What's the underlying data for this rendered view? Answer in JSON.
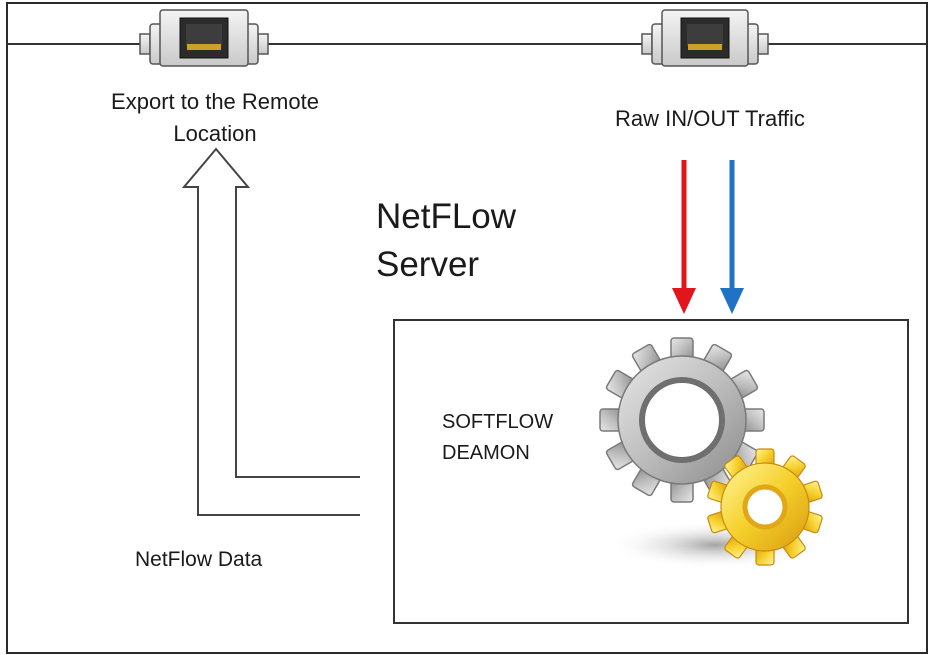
{
  "labels": {
    "export_line1": "Export to the Remote",
    "export_line2": "Location",
    "raw_traffic": "Raw IN/OUT Traffic",
    "server_line1": "NetFLow",
    "server_line2": "Server",
    "daemon_line1": "SOFTFLOW",
    "daemon_line2": "DEAMON",
    "netflow_data": "NetFlow Data"
  },
  "colors": {
    "in_arrow": "#e0161c",
    "out_arrow": "#1f72c4",
    "gear_large": "#b8b8b8",
    "gear_small": "#f2c81a",
    "line": "#333333"
  },
  "icons": {
    "connector_left": "ethernet-port-icon",
    "connector_right": "ethernet-port-icon",
    "gear_large": "gear-icon",
    "gear_small": "gear-icon"
  }
}
